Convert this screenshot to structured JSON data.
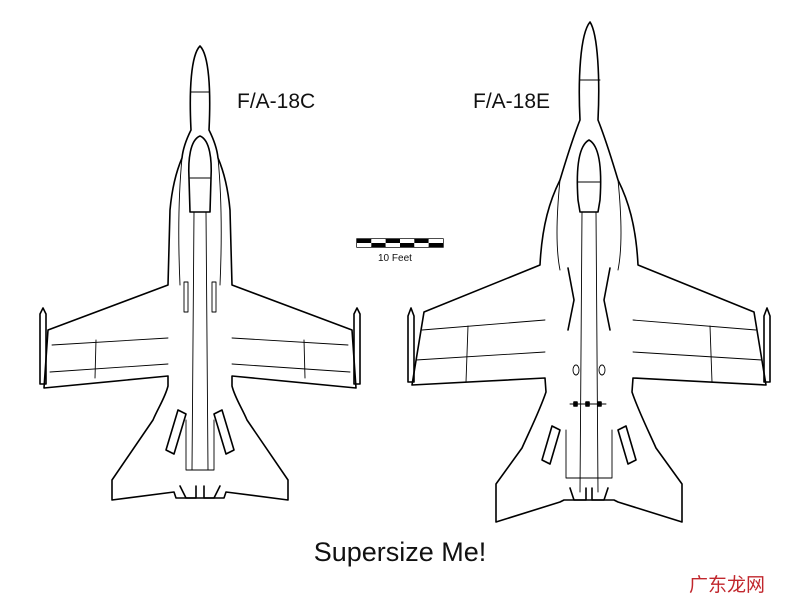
{
  "aircraft": [
    {
      "name": "F/A-18C"
    },
    {
      "name": "F/A-18E"
    }
  ],
  "scale_bar": {
    "label": "10 Feet",
    "segments": 6
  },
  "caption": "Supersize Me!",
  "watermark": "广东龙网",
  "colors": {
    "line": "#000000",
    "background": "#ffffff",
    "watermark": "#c1272d"
  }
}
